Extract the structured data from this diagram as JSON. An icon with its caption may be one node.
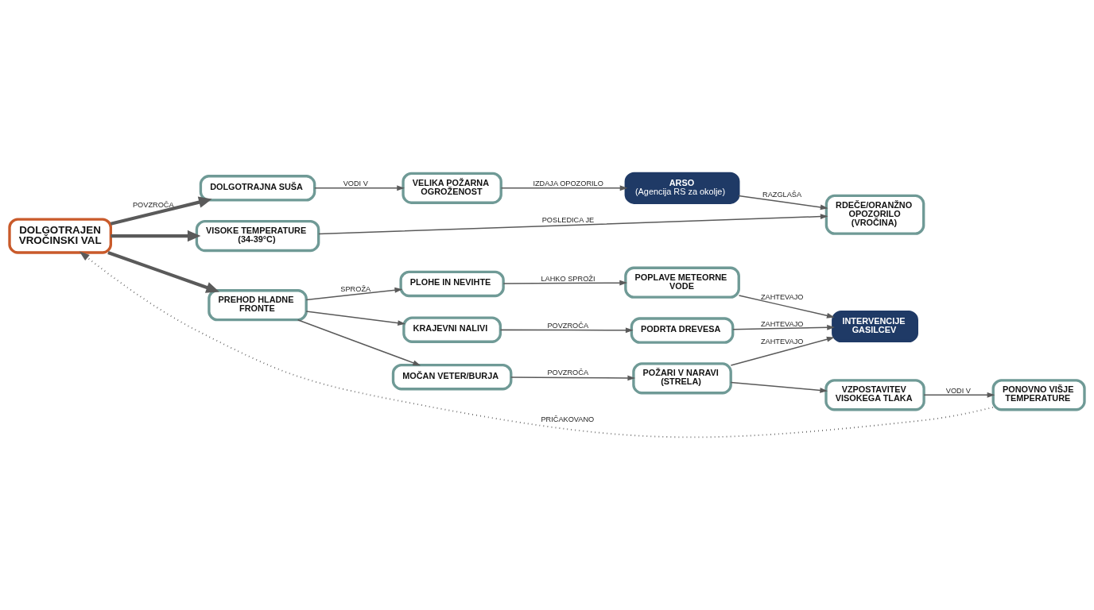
{
  "diagram": {
    "nodes": [
      {
        "text": [
          "DOLGOTRAJEN VROČINSKI VAL"
        ]
      },
      {
        "text": [
          "DOLGOTRAJNA SUŠA"
        ]
      },
      {
        "text": [
          "VELIKA POŽARNA OGROŽENOST"
        ]
      },
      {
        "text": [
          "ARSO",
          "(Agencija RS za okolje)"
        ]
      },
      {
        "text": [
          "VISOKE TEMPERATURE (34-39°C)"
        ]
      },
      {
        "text": [
          "RDEČE/ORANŽNO OPOZORILO (VROČINA)"
        ]
      },
      {
        "text": [
          "PREHOD HLADNE FRONTE"
        ]
      },
      {
        "text": [
          "PLOHE IN NEVIHTE"
        ]
      },
      {
        "text": [
          "KRAJEVNI NALIVI"
        ]
      },
      {
        "text": [
          "MOČAN VETER/BURJA"
        ]
      },
      {
        "text": [
          "POPLAVE METEORNE VODE"
        ]
      },
      {
        "text": [
          "PODRTA DREVESA"
        ]
      },
      {
        "text": [
          "POŽARI V NARAVI (STRELA)"
        ]
      },
      {
        "text": [
          "INTERVENCIJE GASILCEV"
        ]
      },
      {
        "text": [
          "VZPOSTAVITEV VISOKEGA TLAKA"
        ]
      },
      {
        "text": [
          "PONOVNO VIŠJE TEMPERATURE"
        ]
      }
    ],
    "edges": [
      {
        "from": 0,
        "to": 1,
        "arrow": "to",
        "label": "POVZROČA",
        "style": "thick"
      },
      {
        "from": 0,
        "to": 4,
        "arrow": "to",
        "style": "thick"
      },
      {
        "from": 1,
        "to": 2,
        "arrow": "to",
        "label": "VODI V"
      },
      {
        "from": 2,
        "to": 3,
        "arrow": "to",
        "label": "IZDAJA OPOZORILO"
      },
      {
        "from": 3,
        "to": 5,
        "arrow": "to",
        "label": "RAZGLAŠA"
      },
      {
        "from": 4,
        "to": 5,
        "arrow": "to",
        "label": "POSLEDICA JE"
      },
      {
        "from": 0,
        "to": 6,
        "arrow": "to",
        "style": "thick"
      },
      {
        "from": 6,
        "to": 7,
        "arrow": "to",
        "label": "SPROŽA"
      },
      {
        "from": 6,
        "to": 8,
        "arrow": "to"
      },
      {
        "from": 6,
        "to": 9,
        "arrow": "to"
      },
      {
        "from": 7,
        "to": 10,
        "arrow": "to",
        "label": "LAHKO SPROŽI"
      },
      {
        "from": 8,
        "to": 11,
        "arrow": "to",
        "label": "POVZROČA"
      },
      {
        "from": 9,
        "to": 12,
        "arrow": "to",
        "label": "POVZROČA"
      },
      {
        "from": 10,
        "to": 13,
        "arrow": "to",
        "label": "ZAHTEVAJO"
      },
      {
        "from": 11,
        "to": 13,
        "arrow": "to",
        "label": "ZAHTEVAJO"
      },
      {
        "from": 12,
        "to": 13,
        "arrow": "to",
        "label": "ZAHTEVAJO"
      },
      {
        "from": 12,
        "to": 14,
        "arrow": "to"
      },
      {
        "from": 14,
        "to": 15,
        "arrow": "to",
        "label": "VODI V"
      },
      {
        "from": 15,
        "to": 0,
        "arrow": "to",
        "label": "PRIČAKOVANO",
        "style": "dashed"
      }
    ]
  }
}
